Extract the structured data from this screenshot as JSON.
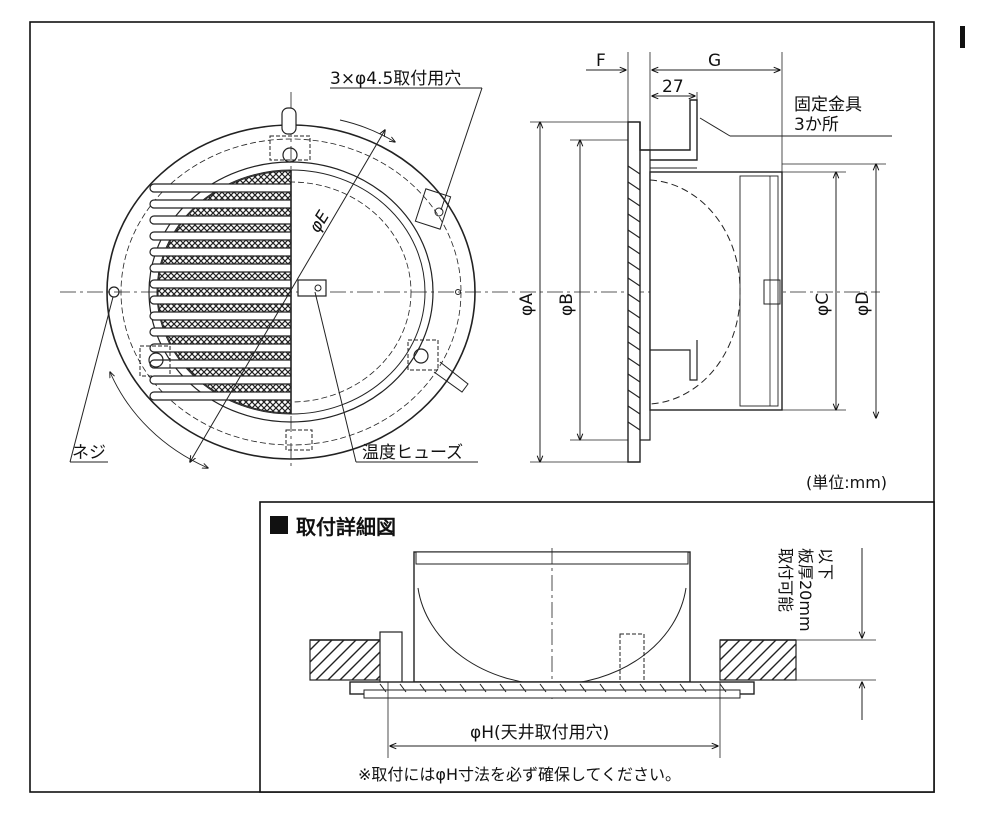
{
  "front_view": {
    "mount_holes_label": "3×φ4.5取付用穴",
    "dim_e": "φE",
    "screw_label": "ネジ",
    "fuse_label": "温度ヒューズ"
  },
  "side_view": {
    "dim_f": "F",
    "dim_g": "G",
    "dim_27": "27",
    "bracket_label_line1": "固定金具",
    "bracket_label_line2": "3か所",
    "dim_a": "φA",
    "dim_b": "φB",
    "dim_c": "φC",
    "dim_d": "φD"
  },
  "unit_label": "(単位:mm)",
  "detail": {
    "title": "取付詳細図",
    "plate_label_line1": "取付可能",
    "plate_label_line2": "板厚20mm",
    "plate_label_line3": "以下",
    "dim_h": "φH(天井取付用穴)",
    "note": "※取付にはφH寸法を必ず確保してください。"
  }
}
